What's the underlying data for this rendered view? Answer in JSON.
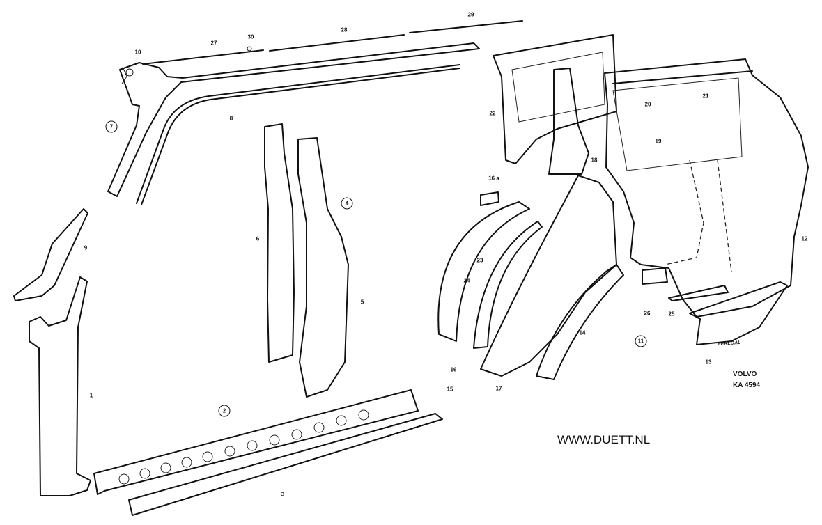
{
  "title": "Volvo Duett body side panels exploded parts diagram",
  "part_labels": {
    "p1": "1",
    "p2": "2",
    "p3": "3",
    "p4": "4",
    "p5": "5",
    "p6": "6",
    "p7": "7",
    "p8": "8",
    "p9": "9",
    "p10": "10",
    "p11": "11",
    "p12": "12",
    "p13": "13",
    "p14": "14",
    "p15": "15",
    "p16": "16",
    "p16a": "16 a",
    "p17": "17",
    "p18": "18",
    "p19": "19",
    "p20": "20",
    "p21": "21",
    "p22": "22",
    "p23": "23",
    "p24": "24",
    "p25": "25",
    "p26": "26",
    "p27": "27",
    "p28": "28",
    "p29": "29",
    "p30": "30"
  },
  "stamp_text": "PERLOAL",
  "catalog": {
    "brand": "VOLVO",
    "code": "KA 4594"
  },
  "website": "WWW.DUETT.NL"
}
